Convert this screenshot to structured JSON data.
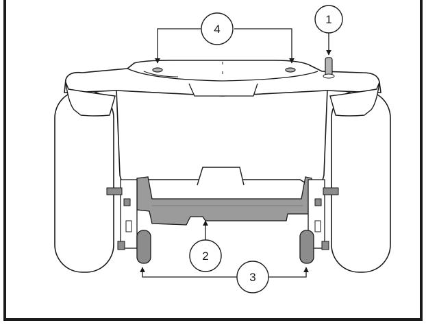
{
  "callouts": [
    {
      "id": "1",
      "text": "1"
    },
    {
      "id": "2",
      "text": "2"
    },
    {
      "id": "3",
      "text": "3"
    },
    {
      "id": "4",
      "text": "4"
    }
  ],
  "colors": {
    "line": "#1a1a1a",
    "part_fill": "#ffffff",
    "shadow_gray": "#9b9b9b",
    "axle_gray": "#8c8c8c",
    "pin_gray": "#b5b5b5",
    "border": "#1a1a1a"
  },
  "icons": {
    "front_wheel": "wheel-icon",
    "rear_roller": "anti-tip-roller-icon",
    "pin": "pin-icon",
    "mount_hole": "mount-hole-icon"
  }
}
